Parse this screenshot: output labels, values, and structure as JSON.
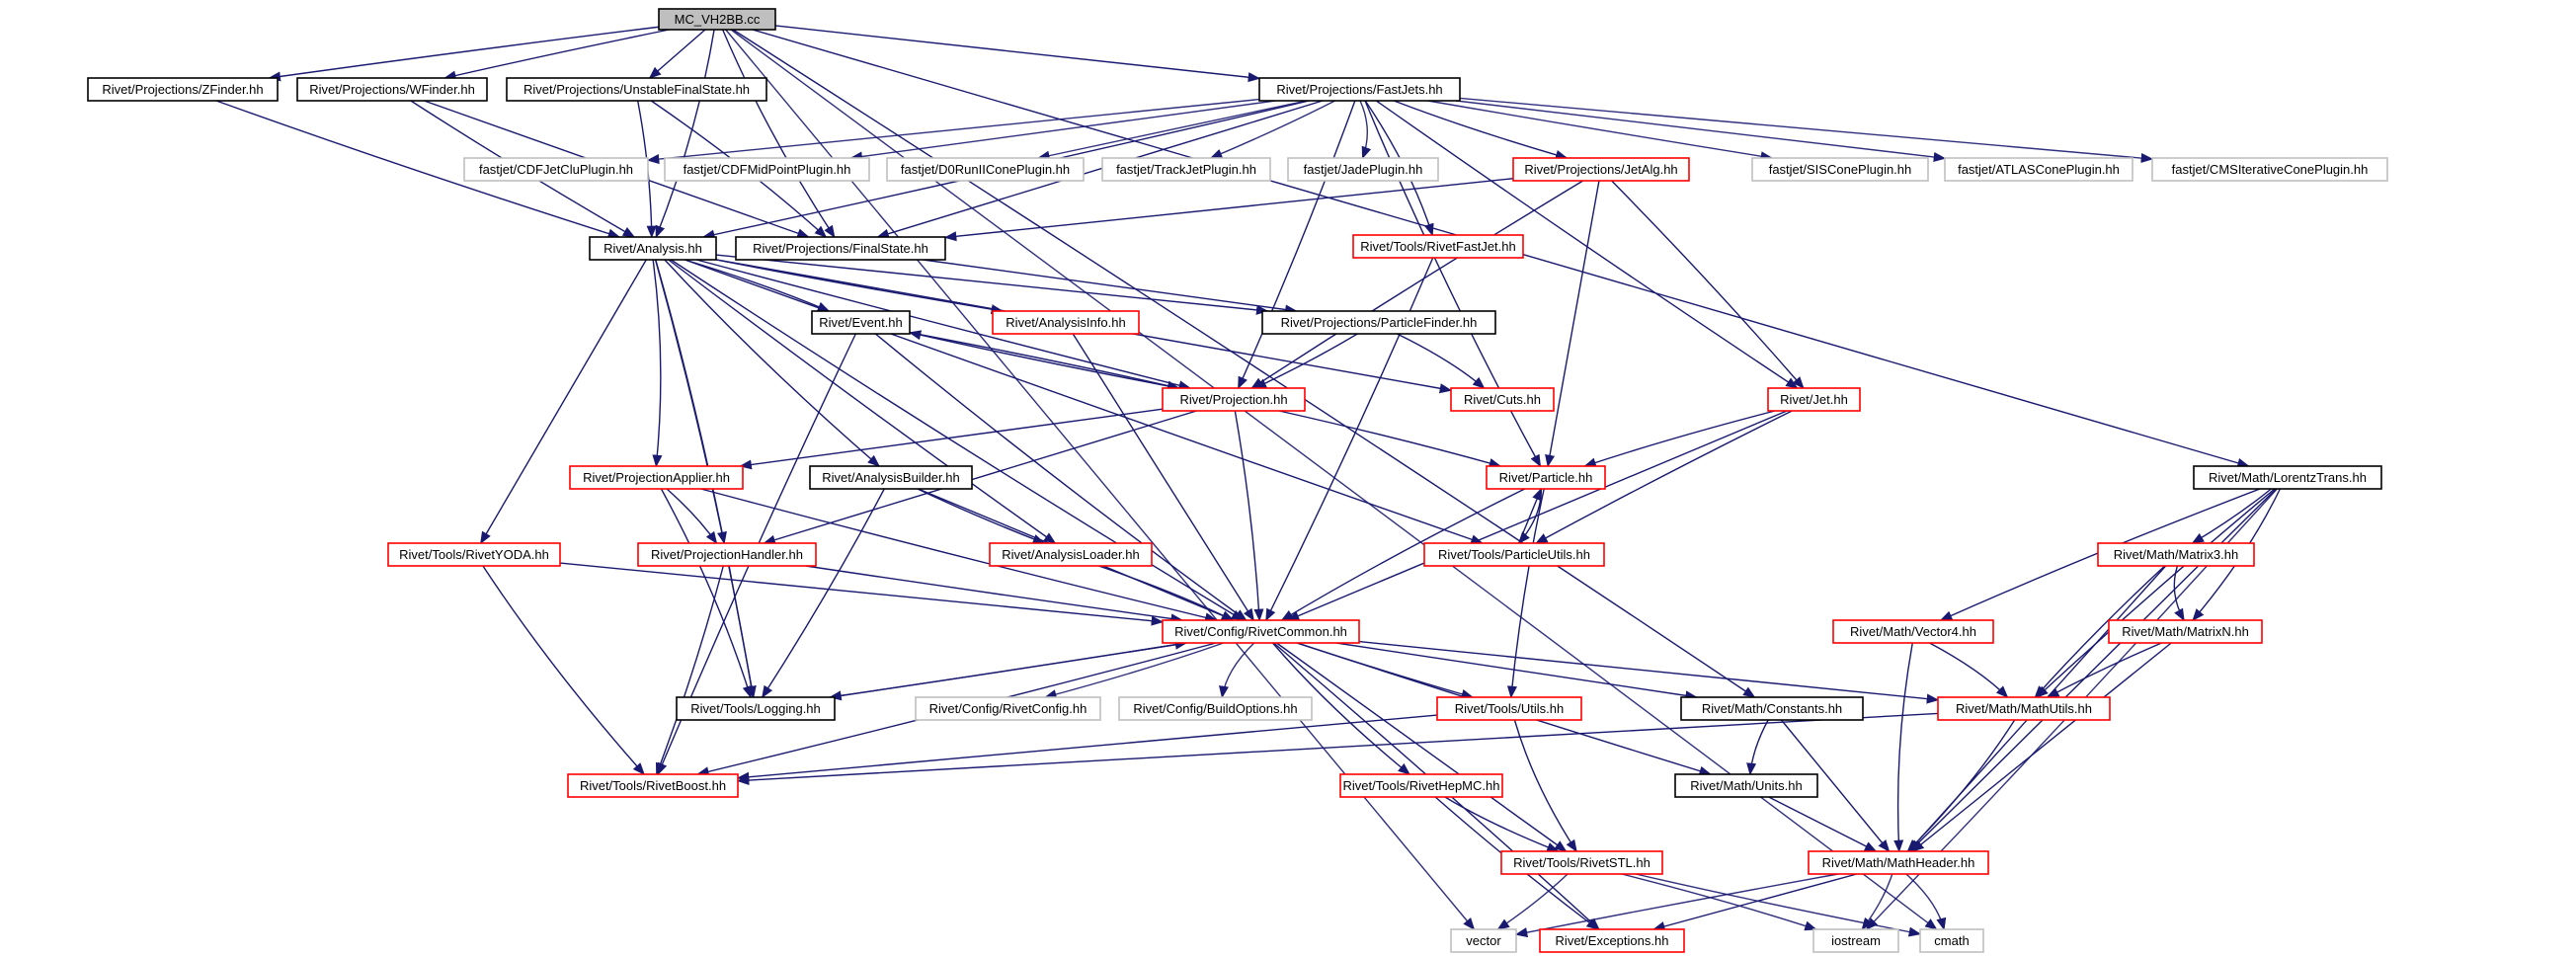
{
  "title": "MC_VH2BB.cc",
  "colors": {
    "edge": "#191970",
    "edge_system": "#404040",
    "border_documented": "#000000",
    "border_incomplete": "#ff0000",
    "border_external": "#bfbfbf",
    "fill_root": "#bfbfbf",
    "fill_default": "#ffffff"
  },
  "nodes": [
    {
      "id": "root",
      "label": "MC_VH2BB.cc",
      "kind": "root"
    },
    {
      "id": "zfinder",
      "label": "Rivet/Projections/ZFinder.hh",
      "kind": "doc"
    },
    {
      "id": "wfinder",
      "label": "Rivet/Projections/WFinder.hh",
      "kind": "doc"
    },
    {
      "id": "unstable",
      "label": "Rivet/Projections/UnstableFinalState.hh",
      "kind": "doc"
    },
    {
      "id": "fastjets",
      "label": "Rivet/Projections/FastJets.hh",
      "kind": "doc"
    },
    {
      "id": "cdfjetclu",
      "label": "fastjet/CDFJetCluPlugin.hh",
      "kind": "ext"
    },
    {
      "id": "cdfmidpoint",
      "label": "fastjet/CDFMidPointPlugin.hh",
      "kind": "ext"
    },
    {
      "id": "d0run2",
      "label": "fastjet/D0RunIIConePlugin.hh",
      "kind": "ext"
    },
    {
      "id": "trackjet",
      "label": "fastjet/TrackJetPlugin.hh",
      "kind": "ext"
    },
    {
      "id": "jade",
      "label": "fastjet/JadePlugin.hh",
      "kind": "ext"
    },
    {
      "id": "jetalg",
      "label": "Rivet/Projections/JetAlg.hh",
      "kind": "red"
    },
    {
      "id": "siscone",
      "label": "fastjet/SISConePlugin.hh",
      "kind": "ext"
    },
    {
      "id": "atlascone",
      "label": "fastjet/ATLASConePlugin.hh",
      "kind": "ext"
    },
    {
      "id": "cmsiter",
      "label": "fastjet/CMSIterativeConePlugin.hh",
      "kind": "ext"
    },
    {
      "id": "analysis",
      "label": "Rivet/Analysis.hh",
      "kind": "doc"
    },
    {
      "id": "finalstate",
      "label": "Rivet/Projections/FinalState.hh",
      "kind": "doc"
    },
    {
      "id": "rivetfastjet",
      "label": "Rivet/Tools/RivetFastJet.hh",
      "kind": "red"
    },
    {
      "id": "event",
      "label": "Rivet/Event.hh",
      "kind": "doc"
    },
    {
      "id": "analysisinfo",
      "label": "Rivet/AnalysisInfo.hh",
      "kind": "red"
    },
    {
      "id": "particlefinder",
      "label": "Rivet/Projections/ParticleFinder.hh",
      "kind": "doc"
    },
    {
      "id": "projection",
      "label": "Rivet/Projection.hh",
      "kind": "red"
    },
    {
      "id": "cuts",
      "label": "Rivet/Cuts.hh",
      "kind": "red"
    },
    {
      "id": "jet",
      "label": "Rivet/Jet.hh",
      "kind": "red"
    },
    {
      "id": "projapplier",
      "label": "Rivet/ProjectionApplier.hh",
      "kind": "red"
    },
    {
      "id": "analysisbuilder",
      "label": "Rivet/AnalysisBuilder.hh",
      "kind": "doc"
    },
    {
      "id": "particle",
      "label": "Rivet/Particle.hh",
      "kind": "red"
    },
    {
      "id": "lorentz",
      "label": "Rivet/Math/LorentzTrans.hh",
      "kind": "doc"
    },
    {
      "id": "rivetyoda",
      "label": "Rivet/Tools/RivetYODA.hh",
      "kind": "red"
    },
    {
      "id": "projhandler",
      "label": "Rivet/ProjectionHandler.hh",
      "kind": "red"
    },
    {
      "id": "analysisloader",
      "label": "Rivet/AnalysisLoader.hh",
      "kind": "red"
    },
    {
      "id": "particleutils",
      "label": "Rivet/Tools/ParticleUtils.hh",
      "kind": "red"
    },
    {
      "id": "matrix3",
      "label": "Rivet/Math/Matrix3.hh",
      "kind": "red"
    },
    {
      "id": "rivetcommon",
      "label": "Rivet/Config/RivetCommon.hh",
      "kind": "red"
    },
    {
      "id": "vector4",
      "label": "Rivet/Math/Vector4.hh",
      "kind": "red"
    },
    {
      "id": "matrixn",
      "label": "Rivet/Math/MatrixN.hh",
      "kind": "red"
    },
    {
      "id": "logging",
      "label": "Rivet/Tools/Logging.hh",
      "kind": "doc"
    },
    {
      "id": "rivetconfig",
      "label": "Rivet/Config/RivetConfig.hh",
      "kind": "ext"
    },
    {
      "id": "buildoptions",
      "label": "Rivet/Config/BuildOptions.hh",
      "kind": "ext"
    },
    {
      "id": "utils",
      "label": "Rivet/Tools/Utils.hh",
      "kind": "red"
    },
    {
      "id": "constants",
      "label": "Rivet/Math/Constants.hh",
      "kind": "doc"
    },
    {
      "id": "mathutils",
      "label": "Rivet/Math/MathUtils.hh",
      "kind": "red"
    },
    {
      "id": "rivetboost",
      "label": "Rivet/Tools/RivetBoost.hh",
      "kind": "red"
    },
    {
      "id": "rivethepmc",
      "label": "Rivet/Tools/RivetHepMC.hh",
      "kind": "red"
    },
    {
      "id": "units",
      "label": "Rivet/Math/Units.hh",
      "kind": "doc"
    },
    {
      "id": "rivetstl",
      "label": "Rivet/Tools/RivetSTL.hh",
      "kind": "red"
    },
    {
      "id": "mathheader",
      "label": "Rivet/Math/MathHeader.hh",
      "kind": "red"
    },
    {
      "id": "vector",
      "label": "vector",
      "kind": "ext"
    },
    {
      "id": "exceptions",
      "label": "Rivet/Exceptions.hh",
      "kind": "red"
    },
    {
      "id": "iostream",
      "label": "iostream",
      "kind": "ext"
    },
    {
      "id": "cmath",
      "label": "cmath",
      "kind": "ext"
    }
  ],
  "edges": [
    [
      "root",
      "zfinder"
    ],
    [
      "root",
      "wfinder"
    ],
    [
      "root",
      "unstable"
    ],
    [
      "root",
      "fastjets"
    ],
    [
      "root",
      "analysis"
    ],
    [
      "root",
      "finalstate"
    ],
    [
      "root",
      "lorentz"
    ],
    [
      "root",
      "vector"
    ],
    [
      "root",
      "cmath"
    ],
    [
      "root",
      "constants"
    ],
    [
      "zfinder",
      "analysis"
    ],
    [
      "wfinder",
      "analysis"
    ],
    [
      "wfinder",
      "finalstate"
    ],
    [
      "unstable",
      "analysis"
    ],
    [
      "unstable",
      "finalstate"
    ],
    [
      "fastjets",
      "cdfjetclu"
    ],
    [
      "fastjets",
      "cdfmidpoint"
    ],
    [
      "fastjets",
      "d0run2"
    ],
    [
      "fastjets",
      "trackjet"
    ],
    [
      "fastjets",
      "jade"
    ],
    [
      "fastjets",
      "jetalg"
    ],
    [
      "fastjets",
      "siscone"
    ],
    [
      "fastjets",
      "atlascone"
    ],
    [
      "fastjets",
      "cmsiter"
    ],
    [
      "fastjets",
      "rivetfastjet"
    ],
    [
      "fastjets",
      "particle"
    ],
    [
      "fastjets",
      "jet"
    ],
    [
      "fastjets",
      "finalstate"
    ],
    [
      "fastjets",
      "projection"
    ],
    [
      "fastjets",
      "analysis"
    ],
    [
      "jetalg",
      "finalstate"
    ],
    [
      "jetalg",
      "projection"
    ],
    [
      "jetalg",
      "particle"
    ],
    [
      "jetalg",
      "jet"
    ],
    [
      "analysis",
      "event"
    ],
    [
      "analysis",
      "analysisinfo"
    ],
    [
      "analysis",
      "projection"
    ],
    [
      "analysis",
      "particlefinder"
    ],
    [
      "analysis",
      "cuts"
    ],
    [
      "analysis",
      "projapplier"
    ],
    [
      "analysis",
      "analysisbuilder"
    ],
    [
      "analysis",
      "analysisloader"
    ],
    [
      "analysis",
      "rivetyoda"
    ],
    [
      "analysis",
      "projhandler"
    ],
    [
      "analysis",
      "logging"
    ],
    [
      "analysis",
      "rivetcommon"
    ],
    [
      "analysis",
      "particleutils"
    ],
    [
      "finalstate",
      "particlefinder"
    ],
    [
      "rivetfastjet",
      "rivetcommon"
    ],
    [
      "event",
      "projection"
    ],
    [
      "event",
      "rivetcommon"
    ],
    [
      "event",
      "rivetboost"
    ],
    [
      "analysisinfo",
      "rivetcommon"
    ],
    [
      "particlefinder",
      "projection"
    ],
    [
      "particlefinder",
      "cuts"
    ],
    [
      "projection",
      "event"
    ],
    [
      "projection",
      "projapplier"
    ],
    [
      "projection",
      "projhandler"
    ],
    [
      "projection",
      "rivetcommon"
    ],
    [
      "projection",
      "particle"
    ],
    [
      "jet",
      "particle"
    ],
    [
      "jet",
      "particleutils"
    ],
    [
      "jet",
      "rivetcommon"
    ],
    [
      "projapplier",
      "projhandler"
    ],
    [
      "projapplier",
      "logging"
    ],
    [
      "projapplier",
      "rivetcommon"
    ],
    [
      "analysisbuilder",
      "analysisloader"
    ],
    [
      "analysisbuilder",
      "rivetcommon"
    ],
    [
      "analysisbuilder",
      "logging"
    ],
    [
      "particle",
      "particleutils"
    ],
    [
      "particle",
      "rivetcommon"
    ],
    [
      "particle",
      "utils"
    ],
    [
      "particleutils",
      "particle"
    ],
    [
      "lorentz",
      "matrix3"
    ],
    [
      "lorentz",
      "matrixn"
    ],
    [
      "lorentz",
      "vector4"
    ],
    [
      "lorentz",
      "mathutils"
    ],
    [
      "lorentz",
      "mathheader"
    ],
    [
      "lorentz",
      "iostream"
    ],
    [
      "rivetyoda",
      "rivetcommon"
    ],
    [
      "rivetyoda",
      "rivetboost"
    ],
    [
      "projhandler",
      "rivetcommon"
    ],
    [
      "projhandler",
      "logging"
    ],
    [
      "projhandler",
      "rivetboost"
    ],
    [
      "analysisloader",
      "rivetcommon"
    ],
    [
      "matrix3",
      "matrixn"
    ],
    [
      "matrix3",
      "mathutils"
    ],
    [
      "matrix3",
      "mathheader"
    ],
    [
      "rivetcommon",
      "logging"
    ],
    [
      "rivetcommon",
      "rivetconfig"
    ],
    [
      "rivetcommon",
      "buildoptions"
    ],
    [
      "rivetcommon",
      "utils"
    ],
    [
      "rivetcommon",
      "constants"
    ],
    [
      "rivetcommon",
      "mathutils"
    ],
    [
      "rivetcommon",
      "rivetboost"
    ],
    [
      "rivetcommon",
      "rivethepmc"
    ],
    [
      "rivetcommon",
      "units"
    ],
    [
      "rivetcommon",
      "rivetstl"
    ],
    [
      "rivetcommon",
      "exceptions"
    ],
    [
      "vector4",
      "mathutils"
    ],
    [
      "vector4",
      "mathheader"
    ],
    [
      "matrixn",
      "mathutils"
    ],
    [
      "matrixn",
      "mathheader"
    ],
    [
      "logging",
      "rivetcommon"
    ],
    [
      "utils",
      "rivetboost"
    ],
    [
      "utils",
      "rivetstl"
    ],
    [
      "constants",
      "units"
    ],
    [
      "constants",
      "mathheader"
    ],
    [
      "mathutils",
      "rivetboost"
    ],
    [
      "mathutils",
      "mathheader"
    ],
    [
      "rivethepmc",
      "rivetstl"
    ],
    [
      "rivethepmc",
      "exceptions"
    ],
    [
      "units",
      "mathheader"
    ],
    [
      "rivetstl",
      "vector"
    ],
    [
      "rivetstl",
      "iostream"
    ],
    [
      "rivetstl",
      "cmath"
    ],
    [
      "mathheader",
      "vector"
    ],
    [
      "mathheader",
      "exceptions"
    ],
    [
      "mathheader",
      "iostream"
    ],
    [
      "mathheader",
      "cmath"
    ]
  ]
}
